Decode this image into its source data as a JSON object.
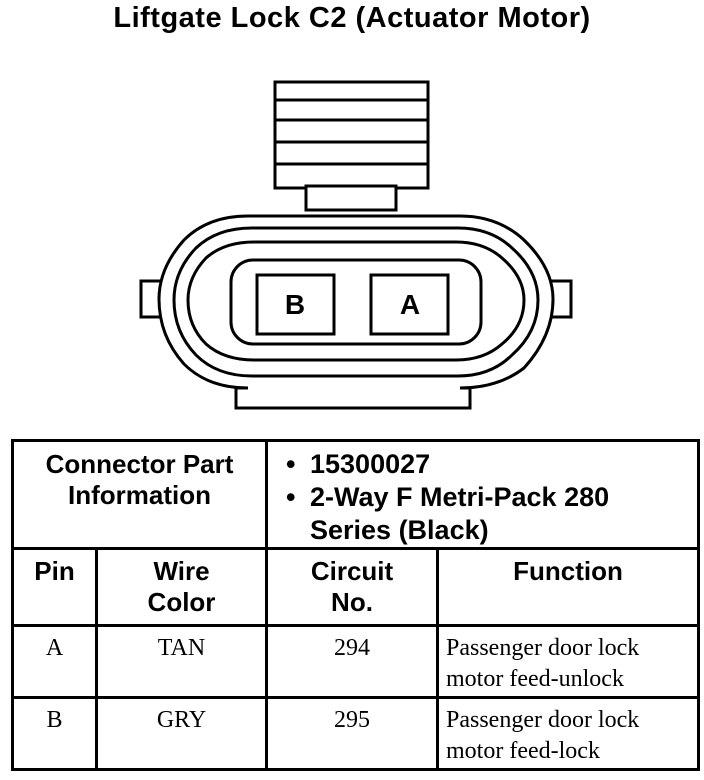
{
  "title": "Liftgate Lock C2 (Actuator Motor)",
  "connector": {
    "pins": [
      {
        "id": "B",
        "label": "B"
      },
      {
        "id": "A",
        "label": "A"
      }
    ]
  },
  "connector_info": {
    "header": [
      "Connector Part",
      "Information"
    ],
    "bullets": [
      {
        "bullet": "•",
        "lines": [
          "15300027"
        ]
      },
      {
        "bullet": "•",
        "lines": [
          "2-Way F Metri-Pack 280",
          "Series (Black)"
        ]
      }
    ]
  },
  "columns": {
    "pin": [
      "Pin"
    ],
    "wire_color": [
      "Wire",
      "Color"
    ],
    "circuit": [
      "Circuit",
      "No."
    ],
    "function": [
      "Function"
    ]
  },
  "rows": [
    {
      "pin": "A",
      "wire_color": "TAN",
      "circuit": "294",
      "function": [
        "Passenger door lock",
        "motor feed-unlock"
      ]
    },
    {
      "pin": "B",
      "wire_color": "GRY",
      "circuit": "295",
      "function": [
        "Passenger door lock",
        "motor feed-lock"
      ]
    }
  ]
}
